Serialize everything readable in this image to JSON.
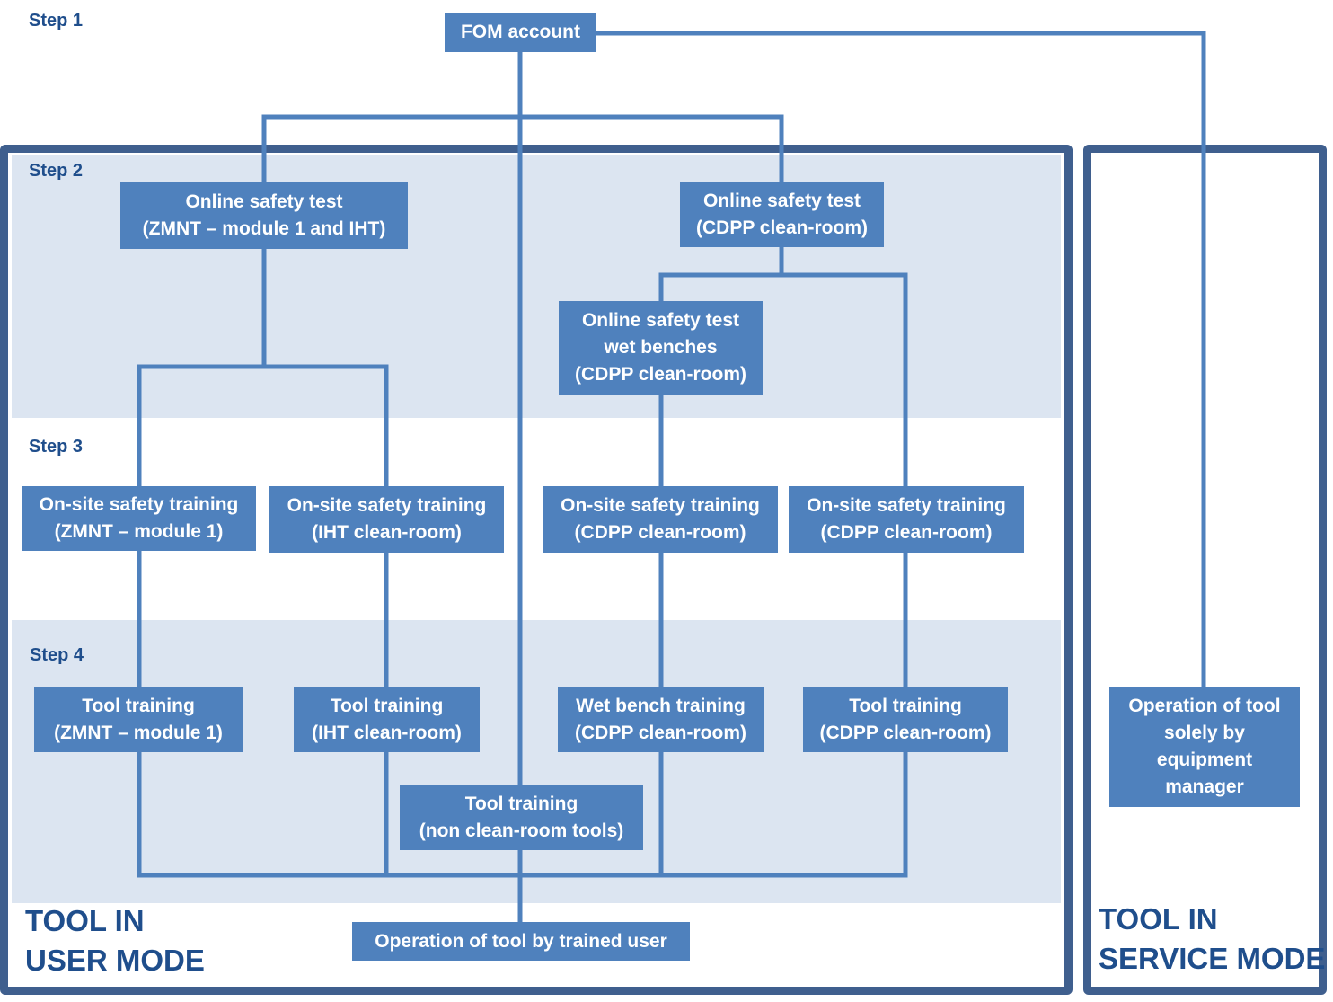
{
  "colors": {
    "node_fill": "#4f81bd",
    "node_text": "#ffffff",
    "connector": "#4f81bd",
    "panel_border": "#3f5f8e",
    "band_fill": "#dce5f1",
    "label_text": "#1f4e8c"
  },
  "steps": {
    "step1": "Step 1",
    "step2": "Step 2",
    "step3": "Step 3",
    "step4": "Step 4"
  },
  "modes": {
    "user": "TOOL IN\nUSER MODE",
    "service": "TOOL IN\nSERVICE MODE"
  },
  "nodes": {
    "fom_account": "FOM account",
    "online_zmnt_iht": "Online safety test\n(ZMNT – module 1 and IHT)",
    "online_cdpp": "Online safety test\n(CDPP clean-room)",
    "online_wet_benches": "Online safety test\nwet benches\n(CDPP clean-room)",
    "onsite_zmnt": "On-site safety training\n(ZMNT – module 1)",
    "onsite_iht": "On-site safety training\n(IHT clean-room)",
    "onsite_cdpp_wet": "On-site safety training\n(CDPP clean-room)",
    "onsite_cdpp_tool": "On-site safety training\n(CDPP clean-room)",
    "tool_zmnt": "Tool training\n(ZMNT – module 1)",
    "tool_iht": "Tool training\n(IHT clean-room)",
    "wet_bench_cdpp": "Wet bench training\n(CDPP clean-room)",
    "tool_cdpp": "Tool training\n(CDPP clean-room)",
    "tool_non_cleanroom": "Tool training\n(non clean-room tools)",
    "operation_trained_user": "Operation of tool by trained user",
    "operation_equipment_manager": "Operation of tool\nsolely by\nequipment\nmanager"
  }
}
